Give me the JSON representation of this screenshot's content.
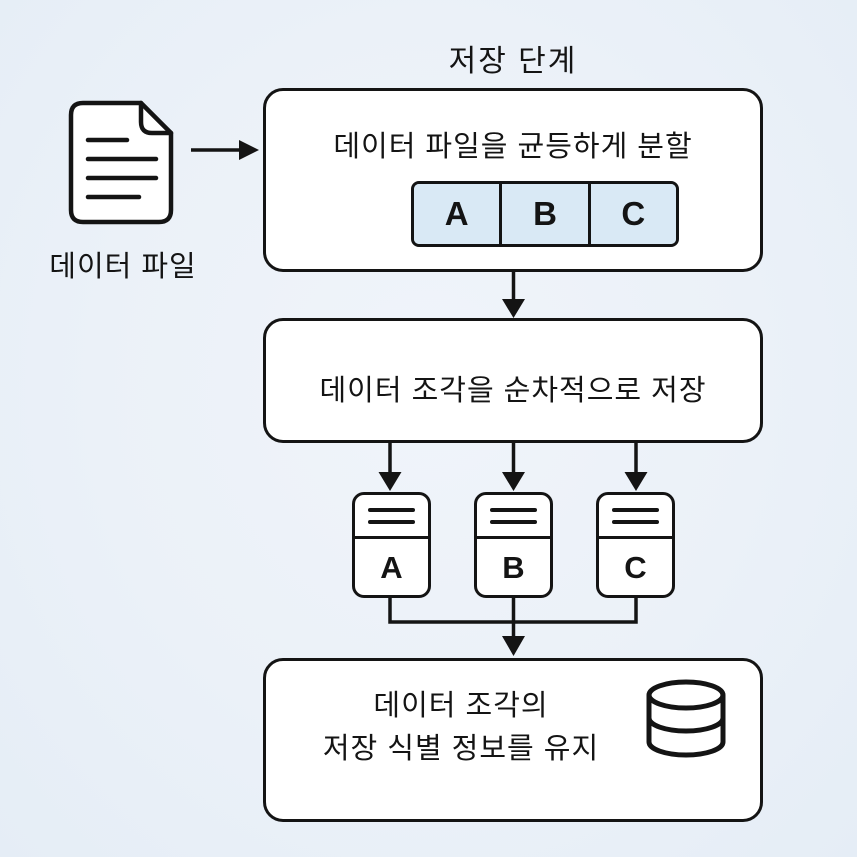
{
  "title": "저장 단계",
  "file": {
    "label": "데이터 파일"
  },
  "steps": {
    "split": {
      "text": "데이터 파일을 균등하게 분할",
      "segments": [
        "A",
        "B",
        "C"
      ]
    },
    "store": {
      "text": "데이터 조각을 순차적으로 저장"
    },
    "servers": [
      "A",
      "B",
      "C"
    ],
    "maintain": {
      "line1": "데이터 조각의",
      "line2": "저장 식별 정보를 유지"
    }
  },
  "colors": {
    "background": "#ebf1f8",
    "box_fill": "#ffffff",
    "stroke": "#141414",
    "segment_fill": "#d9e9f5"
  }
}
